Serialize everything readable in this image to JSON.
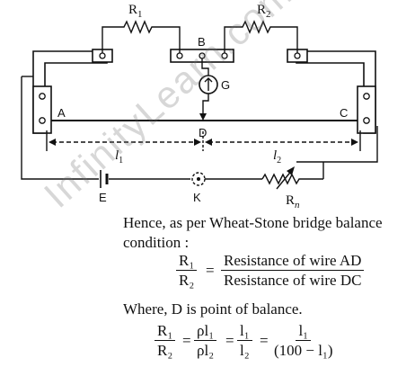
{
  "diagram": {
    "labels": {
      "r1": "R",
      "r1_sub": "1",
      "r2": "R",
      "r2_sub": "2",
      "b": "B",
      "g": "G",
      "a": "A",
      "c": "C",
      "d": "D",
      "l1": "l",
      "l1_sub": "1",
      "l2": "l",
      "l2_sub": "2",
      "e": "E",
      "k": "K",
      "rn": "R",
      "rn_sub": "n"
    }
  },
  "text": {
    "intro_line1": "Hence, as per Wheat-Stone bridge balance",
    "intro_line2": "condition :",
    "eq1_lhs_num": "R₁",
    "eq1_lhs_den": "R₂",
    "eq1_equals": "=",
    "eq1_rhs_num": "Resistance of wire AD",
    "eq1_rhs_den": "Resistance of wire DC",
    "where_line": "Where, D is point of balance.",
    "eq2_t1_num": "R₁",
    "eq2_t1_den": "R₂",
    "eq2_eq1": "=",
    "eq2_t2_num": "ρl₁",
    "eq2_t2_den": "ρl₂",
    "eq2_eq2": "=",
    "eq2_t3_num": "l₁",
    "eq2_t3_den": "l₂",
    "eq2_eq3": "=",
    "eq2_t4_num": "l₁",
    "eq2_t4_den": "(100 − l₁)"
  },
  "watermark": "InfinityLearn.com"
}
